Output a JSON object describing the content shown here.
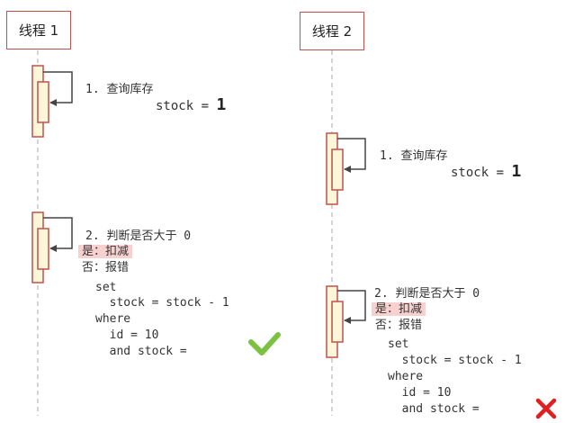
{
  "thread1": {
    "title": "线程 1",
    "query_step": "1. 查询库存",
    "stock_label": "stock = ",
    "stock_value": "1",
    "check_step": "2. 判断是否大于 0",
    "yes_line": "是：扣减",
    "no_line": "否：报错",
    "sql": [
      "set",
      "  stock = stock - 1",
      "where",
      "  id = 10",
      "  and stock ="
    ],
    "result_icon": "check-mark-icon",
    "result_color": "#7cc142"
  },
  "thread2": {
    "title": "线程 2",
    "query_step": "1. 查询库存",
    "stock_label": "stock = ",
    "stock_value": "1",
    "check_step": "2. 判断是否大于 0",
    "yes_line": "是：扣减",
    "no_line": "否：报错",
    "sql": [
      "set",
      "  stock = stock - 1",
      "where",
      "  id = 10",
      "  and stock ="
    ],
    "result_icon": "cross-mark-icon",
    "result_color": "#e02020"
  },
  "colors": {
    "box_border": "#c0504d",
    "activation_fill": "#fdf6d8",
    "highlight": "#f7d0d0",
    "arrow": "#444444"
  }
}
